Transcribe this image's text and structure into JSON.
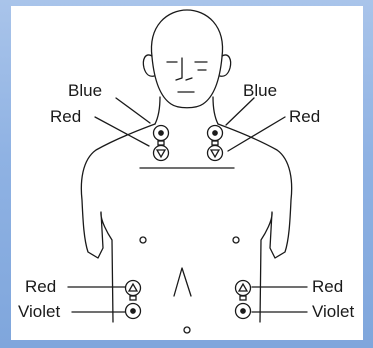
{
  "labels": {
    "upper_left_blue": "Blue",
    "upper_left_red": "Red",
    "upper_right_blue": "Blue",
    "upper_right_red": "Red",
    "lower_left_red": "Red",
    "lower_left_violet": "Violet",
    "lower_right_red": "Red",
    "lower_right_violet": "Violet"
  },
  "colors": {
    "frame": "#8fb2e3",
    "panel": "#ffffff",
    "ink": "#1a1a1a"
  }
}
